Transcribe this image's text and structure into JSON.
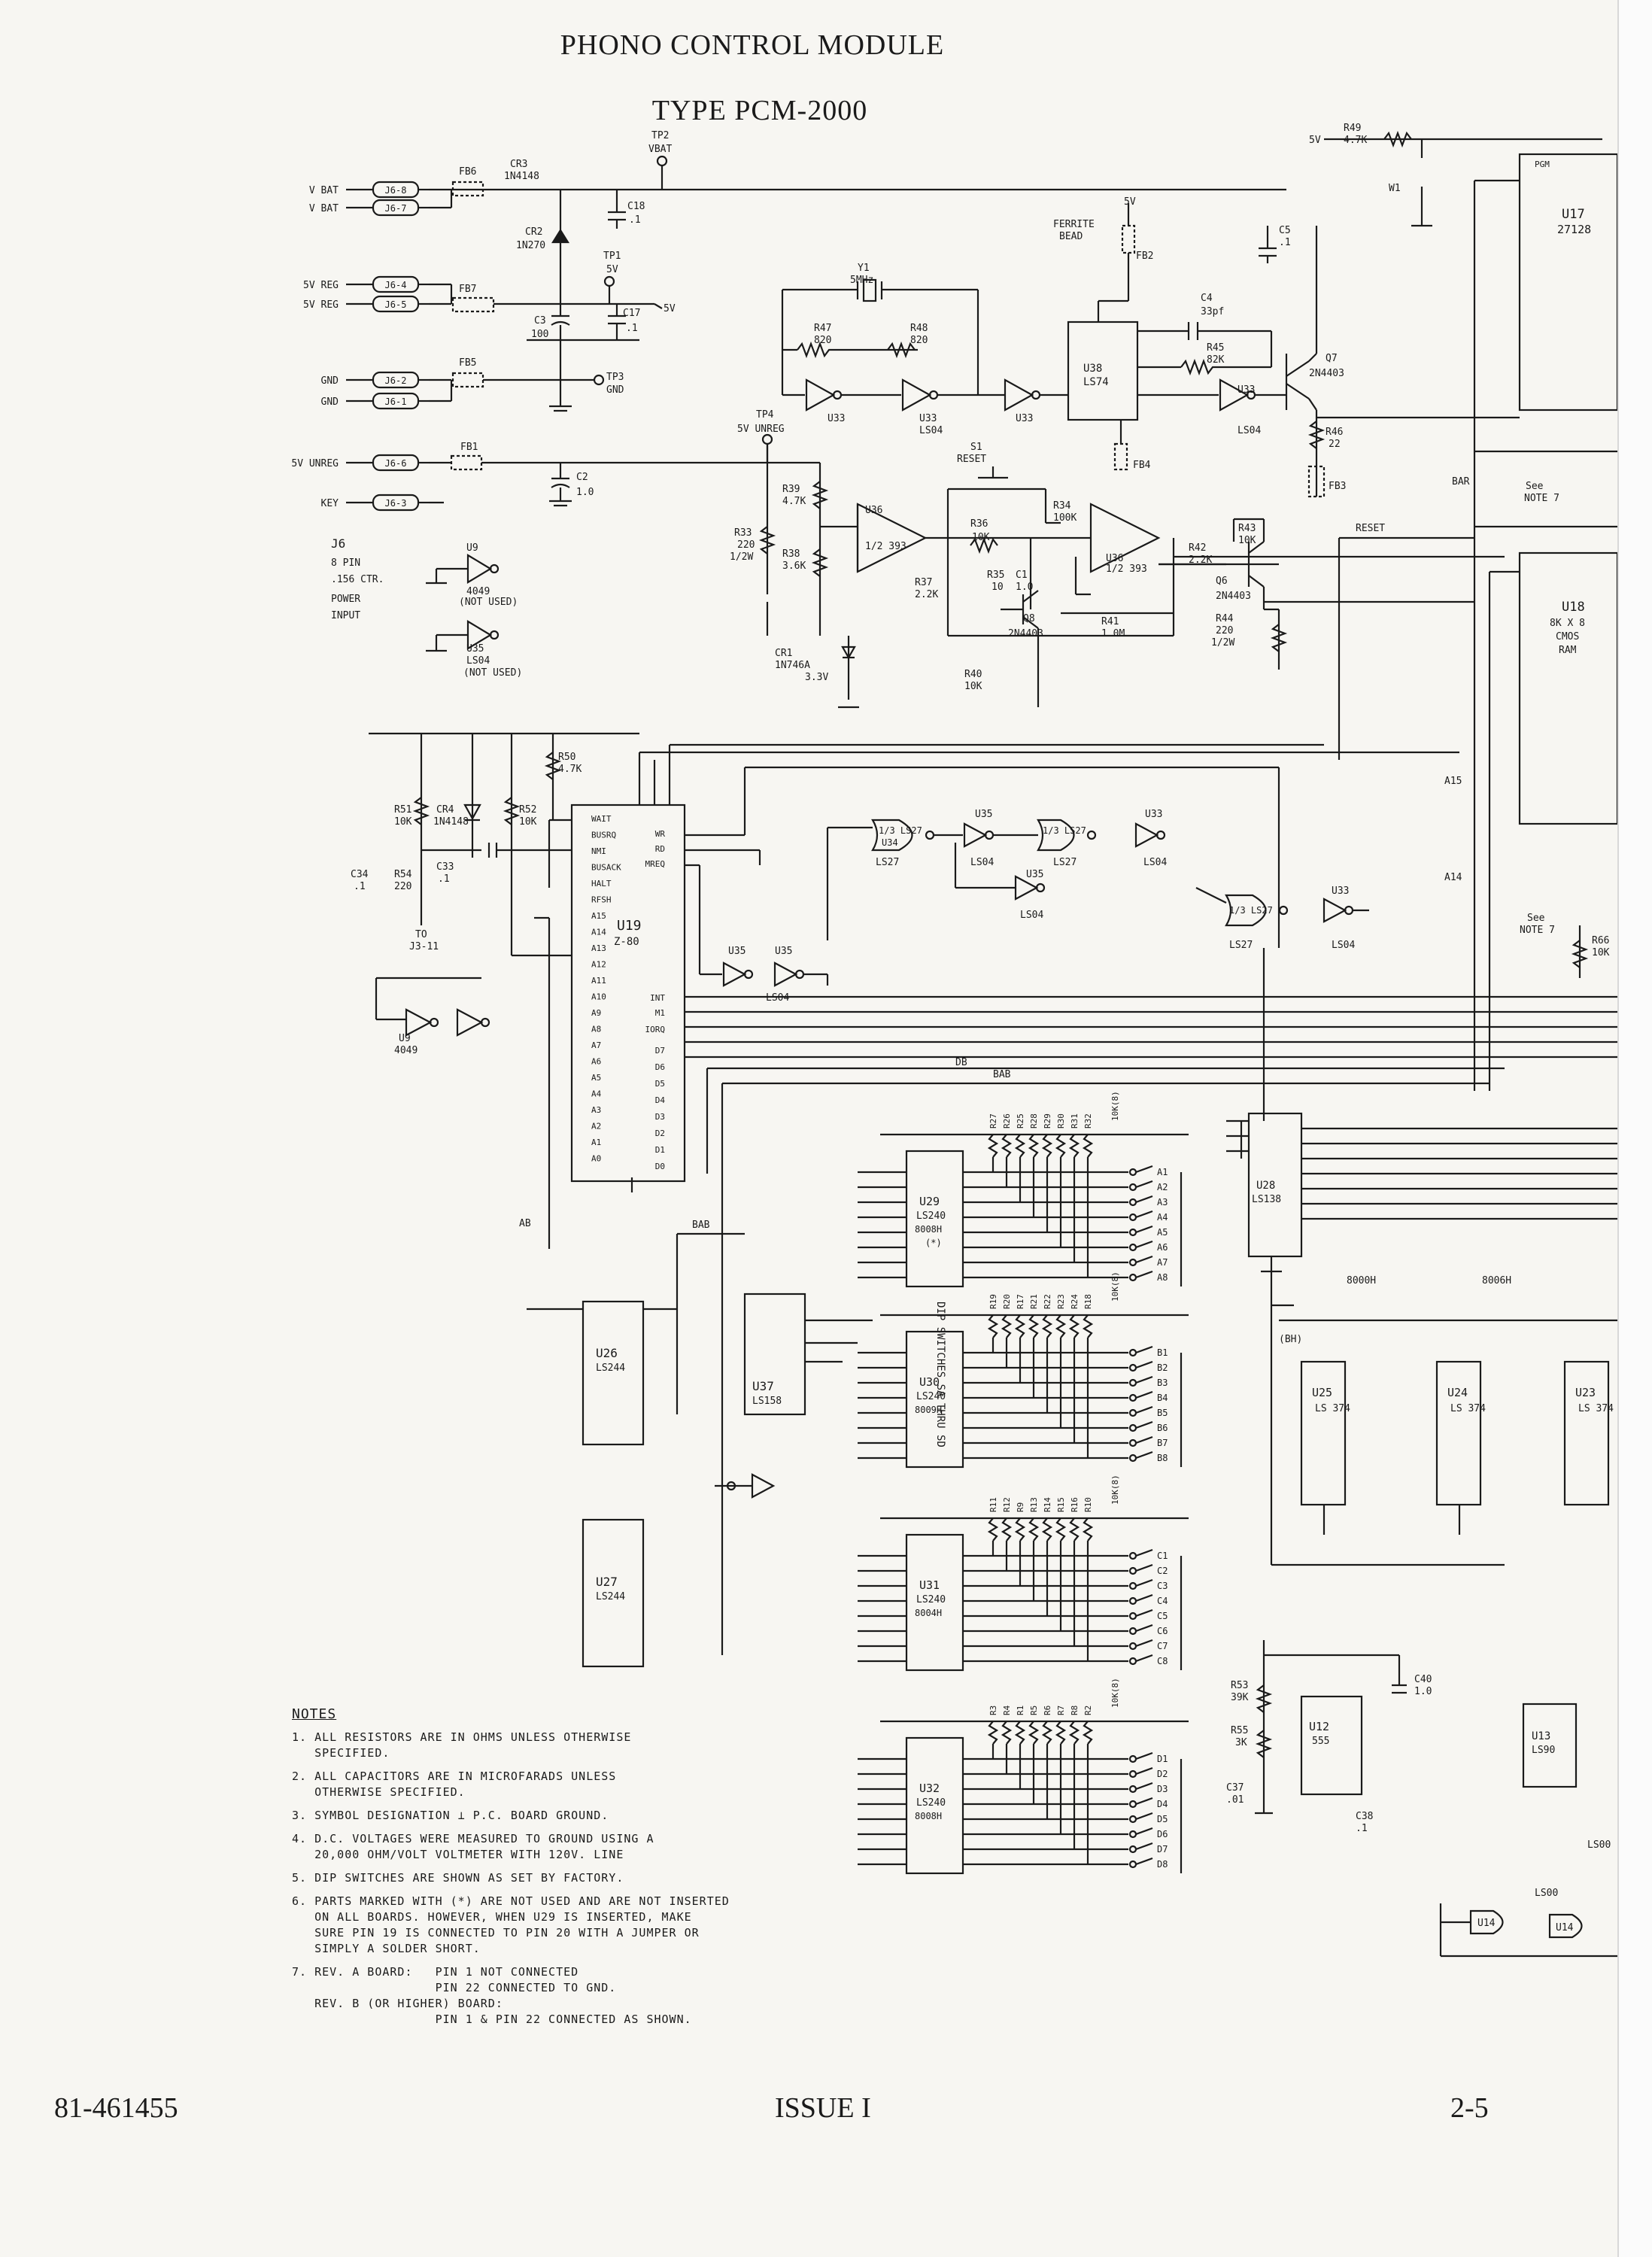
{
  "title": "PHONO CONTROL MODULE",
  "subtitle": "TYPE PCM-2000",
  "footer": {
    "left": "81-461455",
    "center": "ISSUE I",
    "right": "2-5"
  },
  "connector": {
    "label": "J6",
    "pins": "8 PIN",
    "spacing": ".156 CTR.",
    "func1": "POWER",
    "func2": "INPUT"
  },
  "j6_signals": [
    {
      "name": "V BAT",
      "pin": "J6-8"
    },
    {
      "name": "V BAT",
      "pin": "J6-7"
    },
    {
      "name": "5V REG",
      "pin": "J6-4"
    },
    {
      "name": "5V REG",
      "pin": "J6-5"
    },
    {
      "name": "GND",
      "pin": "J6-2"
    },
    {
      "name": "GND",
      "pin": "J6-1"
    },
    {
      "name": "5V UNREG",
      "pin": "J6-6"
    },
    {
      "name": "KEY",
      "pin": "J6-3"
    }
  ],
  "power_parts": {
    "fb6": "FB6",
    "fb7": "FB7",
    "fb5": "FB5",
    "fb1": "FB1",
    "cr3": "CR3",
    "cr3_type": "1N4148",
    "cr2": "CR2",
    "cr2_type": "1N270",
    "c18": "C18",
    "c18_val": ".1",
    "c3": "C3",
    "c3_val": "100",
    "c17": "C17",
    "c17_val": ".1",
    "c2": "C2",
    "c2_val": "1.0",
    "tp1": "TP1",
    "tp1_v": "5V",
    "tp2": "TP2",
    "tp2_v": "VBAT",
    "tp3": "TP3",
    "tp3_v": "GND",
    "tp4": "TP4",
    "tp4_v": "5V UNREG",
    "out5v": "5V"
  },
  "unused": {
    "u9": "U9",
    "u9_type": "4049",
    "u35": "U35",
    "u35_type": "LS04",
    "note": "(NOT USED)"
  },
  "clock": {
    "y1": "Y1",
    "y1_val": "5MHz",
    "r47": "R47",
    "r47_val": "820",
    "r48": "R48",
    "r48_val": "820",
    "u33": "U33",
    "u33_type": "LS04",
    "u38": "U38",
    "u38_type": "LS74",
    "c4": "C4",
    "c4_val": "33pf",
    "r45": "R45",
    "r45_val": "82K",
    "q7": "Q7",
    "q7_type": "2N4403",
    "r46": "R46",
    "r46_val": "22",
    "fb2": "FB2",
    "fb3": "FB3",
    "fb4": "FB4",
    "ferrite": "FERRITE",
    "bead": "BEAD",
    "c5": "C5",
    "c5_val": ".1",
    "v5": "5V"
  },
  "reset": {
    "s1": "S1",
    "s1_label": "RESET",
    "r39": "R39",
    "r39_val": "4.7K",
    "r33": "R33",
    "r33_val": "220",
    "r33_w": "1/2W",
    "r38": "R38",
    "r38_val": "3.6K",
    "u36": "U36",
    "u36_type": "1/2 393",
    "r36": "R36",
    "r36_val": "10K",
    "r34": "R34",
    "r34_val": "100K",
    "r37": "R37",
    "r37_val": "2.2K",
    "r35": "R35",
    "r35_val": "10",
    "c1": "C1",
    "c1_val": "1.0",
    "q8": "Q8",
    "q8_type": "2N4403",
    "r41": "R41",
    "r41_val": "1.0M",
    "r42": "R42",
    "r42_val": "2.2K",
    "r43": "R43",
    "r43_val": "10K",
    "q6": "Q6",
    "q6_type": "2N4403",
    "r44": "R44",
    "r44_val": "220",
    "r44_w": "1/2W",
    "r40": "R40",
    "r40_val": "10K",
    "cr1": "CR1",
    "cr1_type": "1N746A",
    "cr1_v": "3.3V",
    "reset_bus": "RESET",
    "bar": "BAR",
    "see_note": "See",
    "note7": "NOTE 7"
  },
  "mem": {
    "r49": "R49",
    "r49_val": "4.7K",
    "w1": "W1",
    "v5": "5V",
    "u17": "U17",
    "u17_type": "27128",
    "pgm": "PGM",
    "u18": "U18",
    "u18_type": "8K X 8",
    "u18_tech": "CMOS",
    "u18_kind": "RAM"
  },
  "cpu": {
    "u19": "U19",
    "u19_type": "Z-80",
    "r50": "R50",
    "r50_val": "4.7K",
    "r51": "R51",
    "r51_val": "10K",
    "cr4": "CR4",
    "cr4_type": "1N4148",
    "r52": "R52",
    "r52_val": "10K",
    "c34": "C34",
    "c34_val": ".1",
    "r54": "R54",
    "r54_val": "220",
    "c33": "C33",
    "c33_val": ".1",
    "to": "TO",
    "to_pin": "J3-11",
    "u9": "U9",
    "u9_type": "4049",
    "pins_left": [
      "WAIT",
      "BUSRQ",
      "NMI",
      "BUSACK",
      "HALT",
      "RFSH",
      "A15",
      "A14",
      "A13",
      "A12",
      "A11",
      "A10",
      "A9",
      "A8",
      "A7",
      "A6",
      "A5",
      "A4",
      "A3",
      "A2",
      "A1",
      "A0"
    ],
    "pins_right": [
      "WR",
      "RD",
      "MREQ",
      "INT",
      "M1",
      "IORQ",
      "D7",
      "D6",
      "D5",
      "D4",
      "D3",
      "D2",
      "D1",
      "D0"
    ],
    "u35": "U35",
    "u35_type": "LS04",
    "ab": "AB",
    "db": "DB",
    "bab": "BAB"
  },
  "decode": {
    "u34": "U34",
    "u34_type": "1/3 LS27",
    "ls27": "LS27",
    "u35": "U35",
    "u33": "U33",
    "ls04": "LS04",
    "u28": "U28",
    "u28_type": "LS138",
    "r66": "R66",
    "r66_val": "10K",
    "a14": "A14",
    "a15": "A15",
    "addr_8000": "8000H",
    "addr_8006": "8006H",
    "bh": "(BH)"
  },
  "buffers": [
    {
      "ref": "U26",
      "type": "LS244"
    },
    {
      "ref": "U27",
      "type": "LS244"
    },
    {
      "ref": "U37",
      "type": "LS158"
    }
  ],
  "dip_banks": [
    {
      "ref": "U29",
      "type": "LS240",
      "addr": "8008H",
      "mark": "(*)",
      "sw": [
        "A1",
        "A2",
        "A3",
        "A4",
        "A5",
        "A6",
        "A7",
        "A8"
      ],
      "res": [
        "R27",
        "R26",
        "R25",
        "R28",
        "R29",
        "R30",
        "R31",
        "R32"
      ],
      "rval": "10K(8)"
    },
    {
      "ref": "U30",
      "type": "LS240",
      "addr": "8009H",
      "sw": [
        "B1",
        "B2",
        "B3",
        "B4",
        "B5",
        "B6",
        "B7",
        "B8"
      ],
      "res": [
        "R19",
        "R20",
        "R17",
        "R21",
        "R22",
        "R23",
        "R24",
        "R18"
      ],
      "rval": "10K(8)"
    },
    {
      "ref": "U31",
      "type": "LS240",
      "addr": "8004H",
      "sw": [
        "C1",
        "C2",
        "C3",
        "C4",
        "C5",
        "C6",
        "C7",
        "C8"
      ],
      "res": [
        "R11",
        "R12",
        "R9",
        "R13",
        "R14",
        "R15",
        "R16",
        "R10"
      ],
      "rval": "10K(8)"
    },
    {
      "ref": "U32",
      "type": "LS240",
      "addr": "8008H",
      "sw": [
        "D1",
        "D2",
        "D3",
        "D4",
        "D5",
        "D6",
        "D7",
        "D8"
      ],
      "res": [
        "R3",
        "R4",
        "R1",
        "R5",
        "R6",
        "R7",
        "R8",
        "R2"
      ],
      "rval": "10K(8)"
    }
  ],
  "dip_label": "DIP SWITCHES SA THRU SD",
  "latches": [
    {
      "ref": "U25",
      "type": "LS 374"
    },
    {
      "ref": "U24",
      "type": "LS 374"
    },
    {
      "ref": "U23",
      "type": "LS 374"
    }
  ],
  "timer": {
    "u12": "U12",
    "u12_type": "555",
    "r53": "R53",
    "r53_val": "39K",
    "r55": "R55",
    "r55_val": "3K",
    "c37": "C37",
    "c37_val": ".01",
    "c38": "C38",
    "c38_val": ".1",
    "c40": "C40",
    "c40_val": "1.0",
    "u13": "U13",
    "u13_type": "LS90",
    "u14": "U14",
    "ls00": "LS00"
  },
  "notes_header": "NOTES",
  "notes": [
    "1. ALL RESISTORS ARE IN OHMS UNLESS OTHERWISE\n   SPECIFIED.",
    "2. ALL CAPACITORS ARE IN MICROFARADS UNLESS\n   OTHERWISE SPECIFIED.",
    "3. SYMBOL DESIGNATION ⊥ P.C. BOARD GROUND.",
    "4. D.C. VOLTAGES WERE MEASURED TO GROUND USING A\n   20,000 OHM/VOLT VOLTMETER WITH 120V. LINE",
    "5. DIP SWITCHES ARE SHOWN AS SET BY FACTORY.",
    "6. PARTS MARKED WITH (*) ARE NOT USED AND ARE NOT INSERTED\n   ON ALL BOARDS. HOWEVER, WHEN U29 IS INSERTED, MAKE\n   SURE PIN 19 IS CONNECTED TO PIN 20 WITH A JUMPER OR\n   SIMPLY A SOLDER SHORT.",
    "7. REV. A BOARD:   PIN 1 NOT CONNECTED\n                   PIN 22 CONNECTED TO GND.\n   REV. B (OR HIGHER) BOARD:\n                   PIN 1 & PIN 22 CONNECTED AS SHOWN."
  ]
}
